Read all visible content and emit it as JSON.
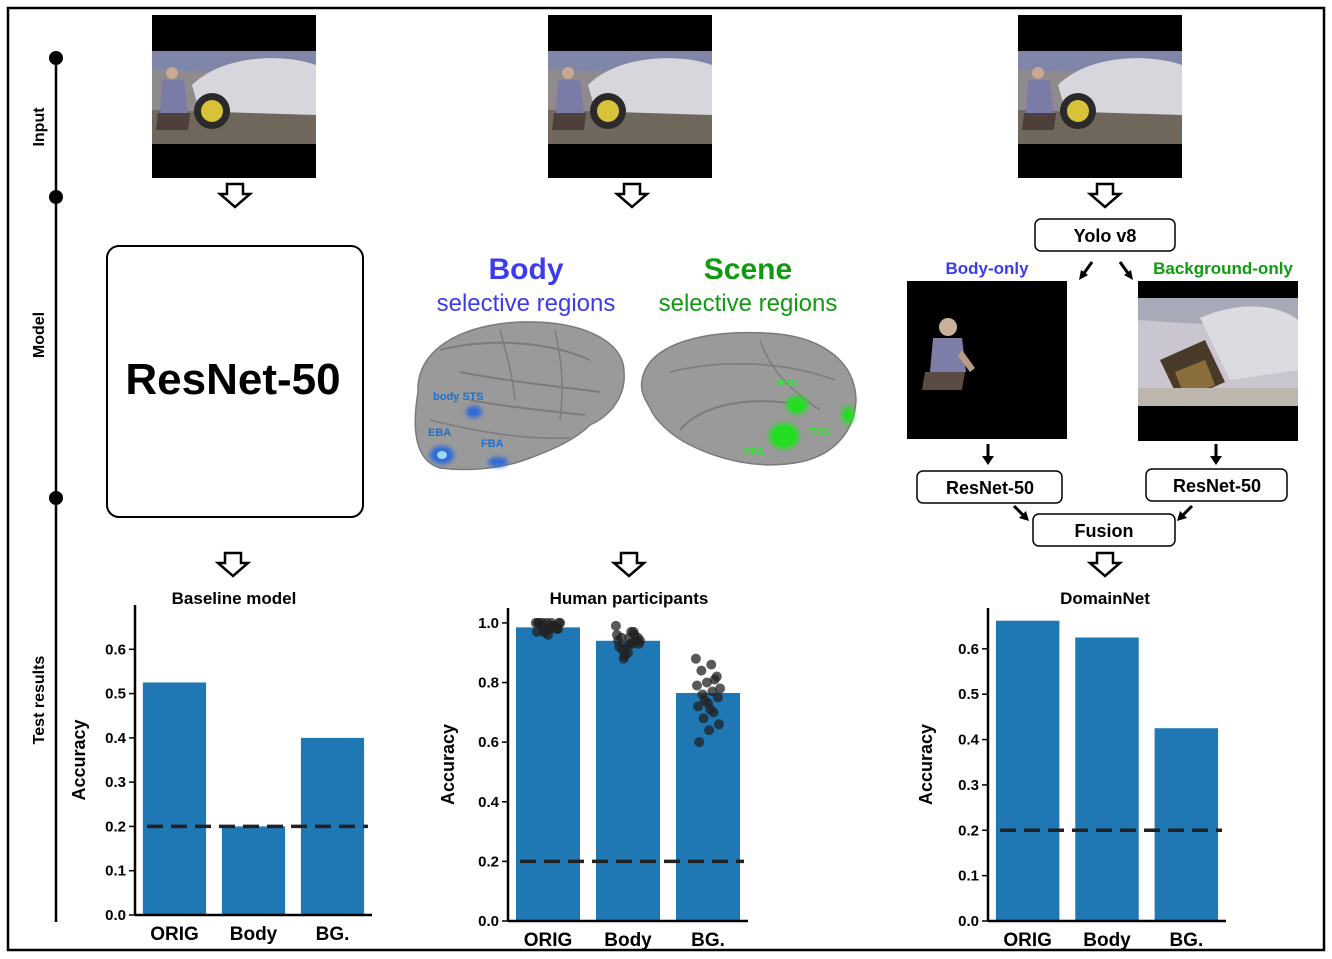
{
  "stages": {
    "input": "Input",
    "model": "Model",
    "test": "Test results"
  },
  "baseline": {
    "model_name": "ResNet-50"
  },
  "brain": {
    "body_title": "Body",
    "body_subtitle": "selective regions",
    "scene_title": "Scene",
    "scene_subtitle": "selective regions",
    "labels": {
      "body_sts": "body STS",
      "eba": "EBA",
      "fba": "FBA",
      "rsc": "RSC",
      "tos": "TOS",
      "ppa": "PPA"
    }
  },
  "domainnet_pipeline": {
    "detector": "Yolo v8",
    "body_only": "Body-only",
    "background_only": "Background-only",
    "resnet_left": "ResNet-50",
    "resnet_right": "ResNet-50",
    "fusion": "Fusion"
  },
  "colors": {
    "body_blue": "#3b3bf0",
    "scene_green": "#109a10",
    "bar": "#1f77b4",
    "brain_body": "#2f6bd8",
    "brain_scene": "#22dd22"
  },
  "chart_data": [
    {
      "type": "bar",
      "title": "Baseline model",
      "categories": [
        "ORIG",
        "Body",
        "BG."
      ],
      "values": [
        0.525,
        0.2,
        0.4
      ],
      "ylabel": "Accuracy",
      "ylim": [
        0,
        0.7
      ],
      "yticks": [
        "0.0",
        "0.1",
        "0.2",
        "0.3",
        "0.4",
        "0.5",
        "0.6"
      ],
      "chance": 0.2
    },
    {
      "type": "bar",
      "title": "Human participants",
      "categories": [
        "ORIG",
        "Body",
        "BG."
      ],
      "values": [
        0.985,
        0.94,
        0.765
      ],
      "ylabel": "Accuracy",
      "ylim": [
        0,
        1.05
      ],
      "yticks": [
        "0.0",
        "0.2",
        "0.4",
        "0.6",
        "0.8",
        "1.0"
      ],
      "chance": 0.2,
      "individual_points": [
        [
          1.0,
          1.0,
          0.99,
          0.98,
          1.0,
          0.97,
          0.99,
          1.0,
          0.98,
          0.96,
          1.0,
          0.99,
          0.97,
          1.0,
          0.98,
          1.0,
          0.99,
          0.97,
          1.0,
          0.98
        ],
        [
          0.99,
          0.97,
          0.95,
          0.94,
          0.92,
          0.96,
          0.93,
          0.91,
          0.95,
          0.9,
          0.94,
          0.97,
          0.88,
          0.93,
          0.95,
          0.92,
          0.96,
          0.89,
          0.94,
          0.93
        ],
        [
          0.88,
          0.86,
          0.84,
          0.82,
          0.8,
          0.79,
          0.77,
          0.76,
          0.75,
          0.73,
          0.72,
          0.7,
          0.68,
          0.66,
          0.64,
          0.6,
          0.81,
          0.74,
          0.78,
          0.71
        ]
      ]
    },
    {
      "type": "bar",
      "title": "DomainNet",
      "categories": [
        "ORIG",
        "Body",
        "BG."
      ],
      "values": [
        0.662,
        0.625,
        0.425
      ],
      "ylabel": "Accuracy",
      "ylim": [
        0,
        0.69
      ],
      "yticks": [
        "0.0",
        "0.1",
        "0.2",
        "0.3",
        "0.4",
        "0.5",
        "0.6"
      ],
      "chance": 0.2
    }
  ]
}
